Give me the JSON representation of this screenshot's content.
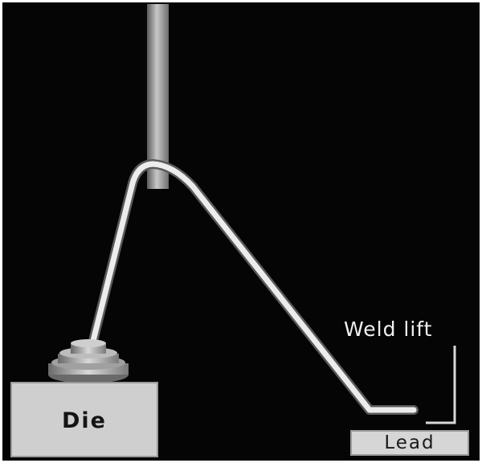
{
  "labels": {
    "die": "Die",
    "lead": "Lead",
    "weld_lift": "Weld lift"
  },
  "colors": {
    "background": "#050505",
    "wire": "#e6e6e6",
    "pad_fill": "#d0d0d0",
    "capillary": "#a8a8a8"
  }
}
